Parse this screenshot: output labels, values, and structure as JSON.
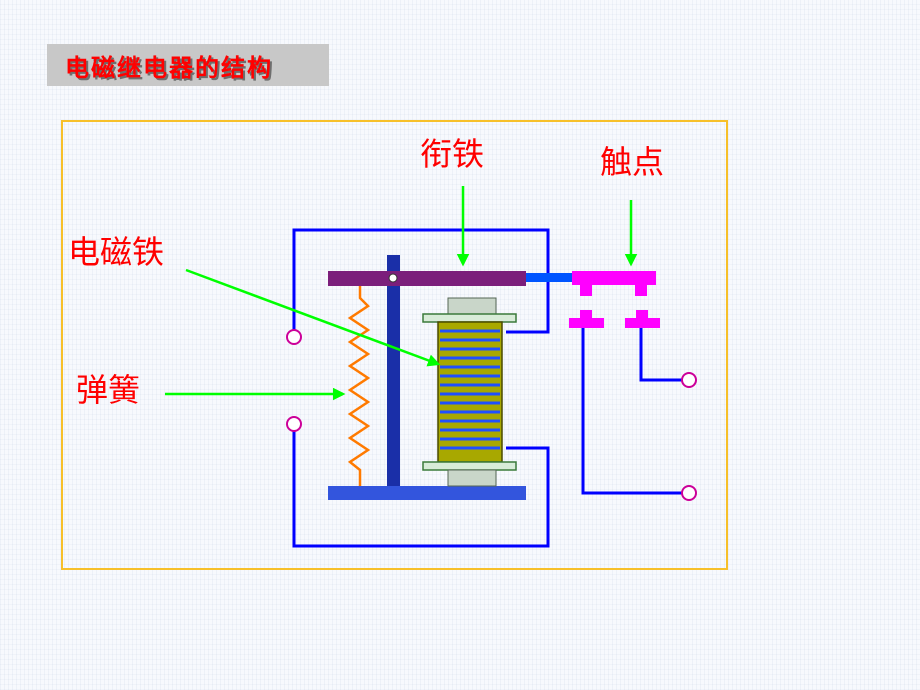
{
  "title": "电磁继电器的结构",
  "labels": {
    "armature": "衔铁",
    "contacts": "触点",
    "electromagnet": "电磁铁",
    "spring": "弹簧"
  },
  "colors": {
    "title_text": "#ff0000",
    "title_bg": "#c8c8c8",
    "frame": "#f7c02a",
    "wire": "#0000ff",
    "armature": "#7b1e7b",
    "contacts": "#ff00ff",
    "pointer_arrow": "#00ff00",
    "spring": "#ff7a00",
    "coil_core": "#a8a800",
    "coil_winding": "#1f4fff",
    "terminal": "#cc0099"
  }
}
